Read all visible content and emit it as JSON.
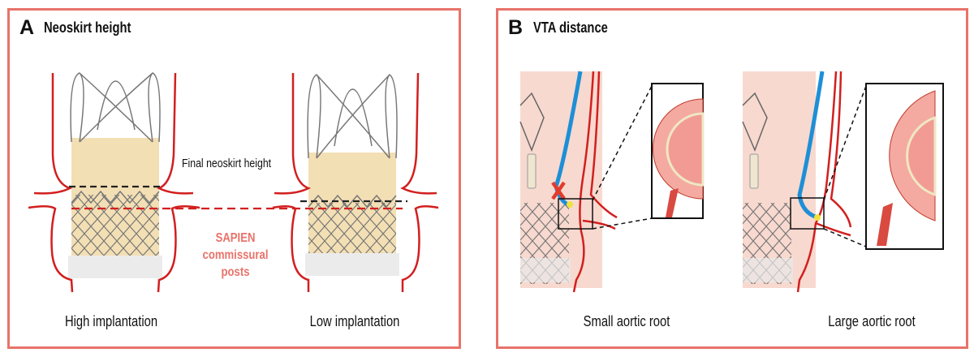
{
  "panel_a": {
    "letter": "A",
    "title": "Neoskirt height",
    "final_neoskirt_label": "Final neoskirt height",
    "sapien_label": [
      "SAPIEN",
      "commissural",
      "posts"
    ],
    "captions": [
      "High implantation",
      "Low implantation"
    ]
  },
  "panel_b": {
    "letter": "B",
    "title": "VTA distance",
    "captions": [
      "Small aortic root",
      "Large aortic root"
    ]
  },
  "colors": {
    "border": "#e8736a",
    "wall_red": "#d21f1f",
    "catheter_blue": "#1e8fd6",
    "tissue_pink": "#f6cfc4",
    "stent_gray": "#6f6f6f"
  }
}
